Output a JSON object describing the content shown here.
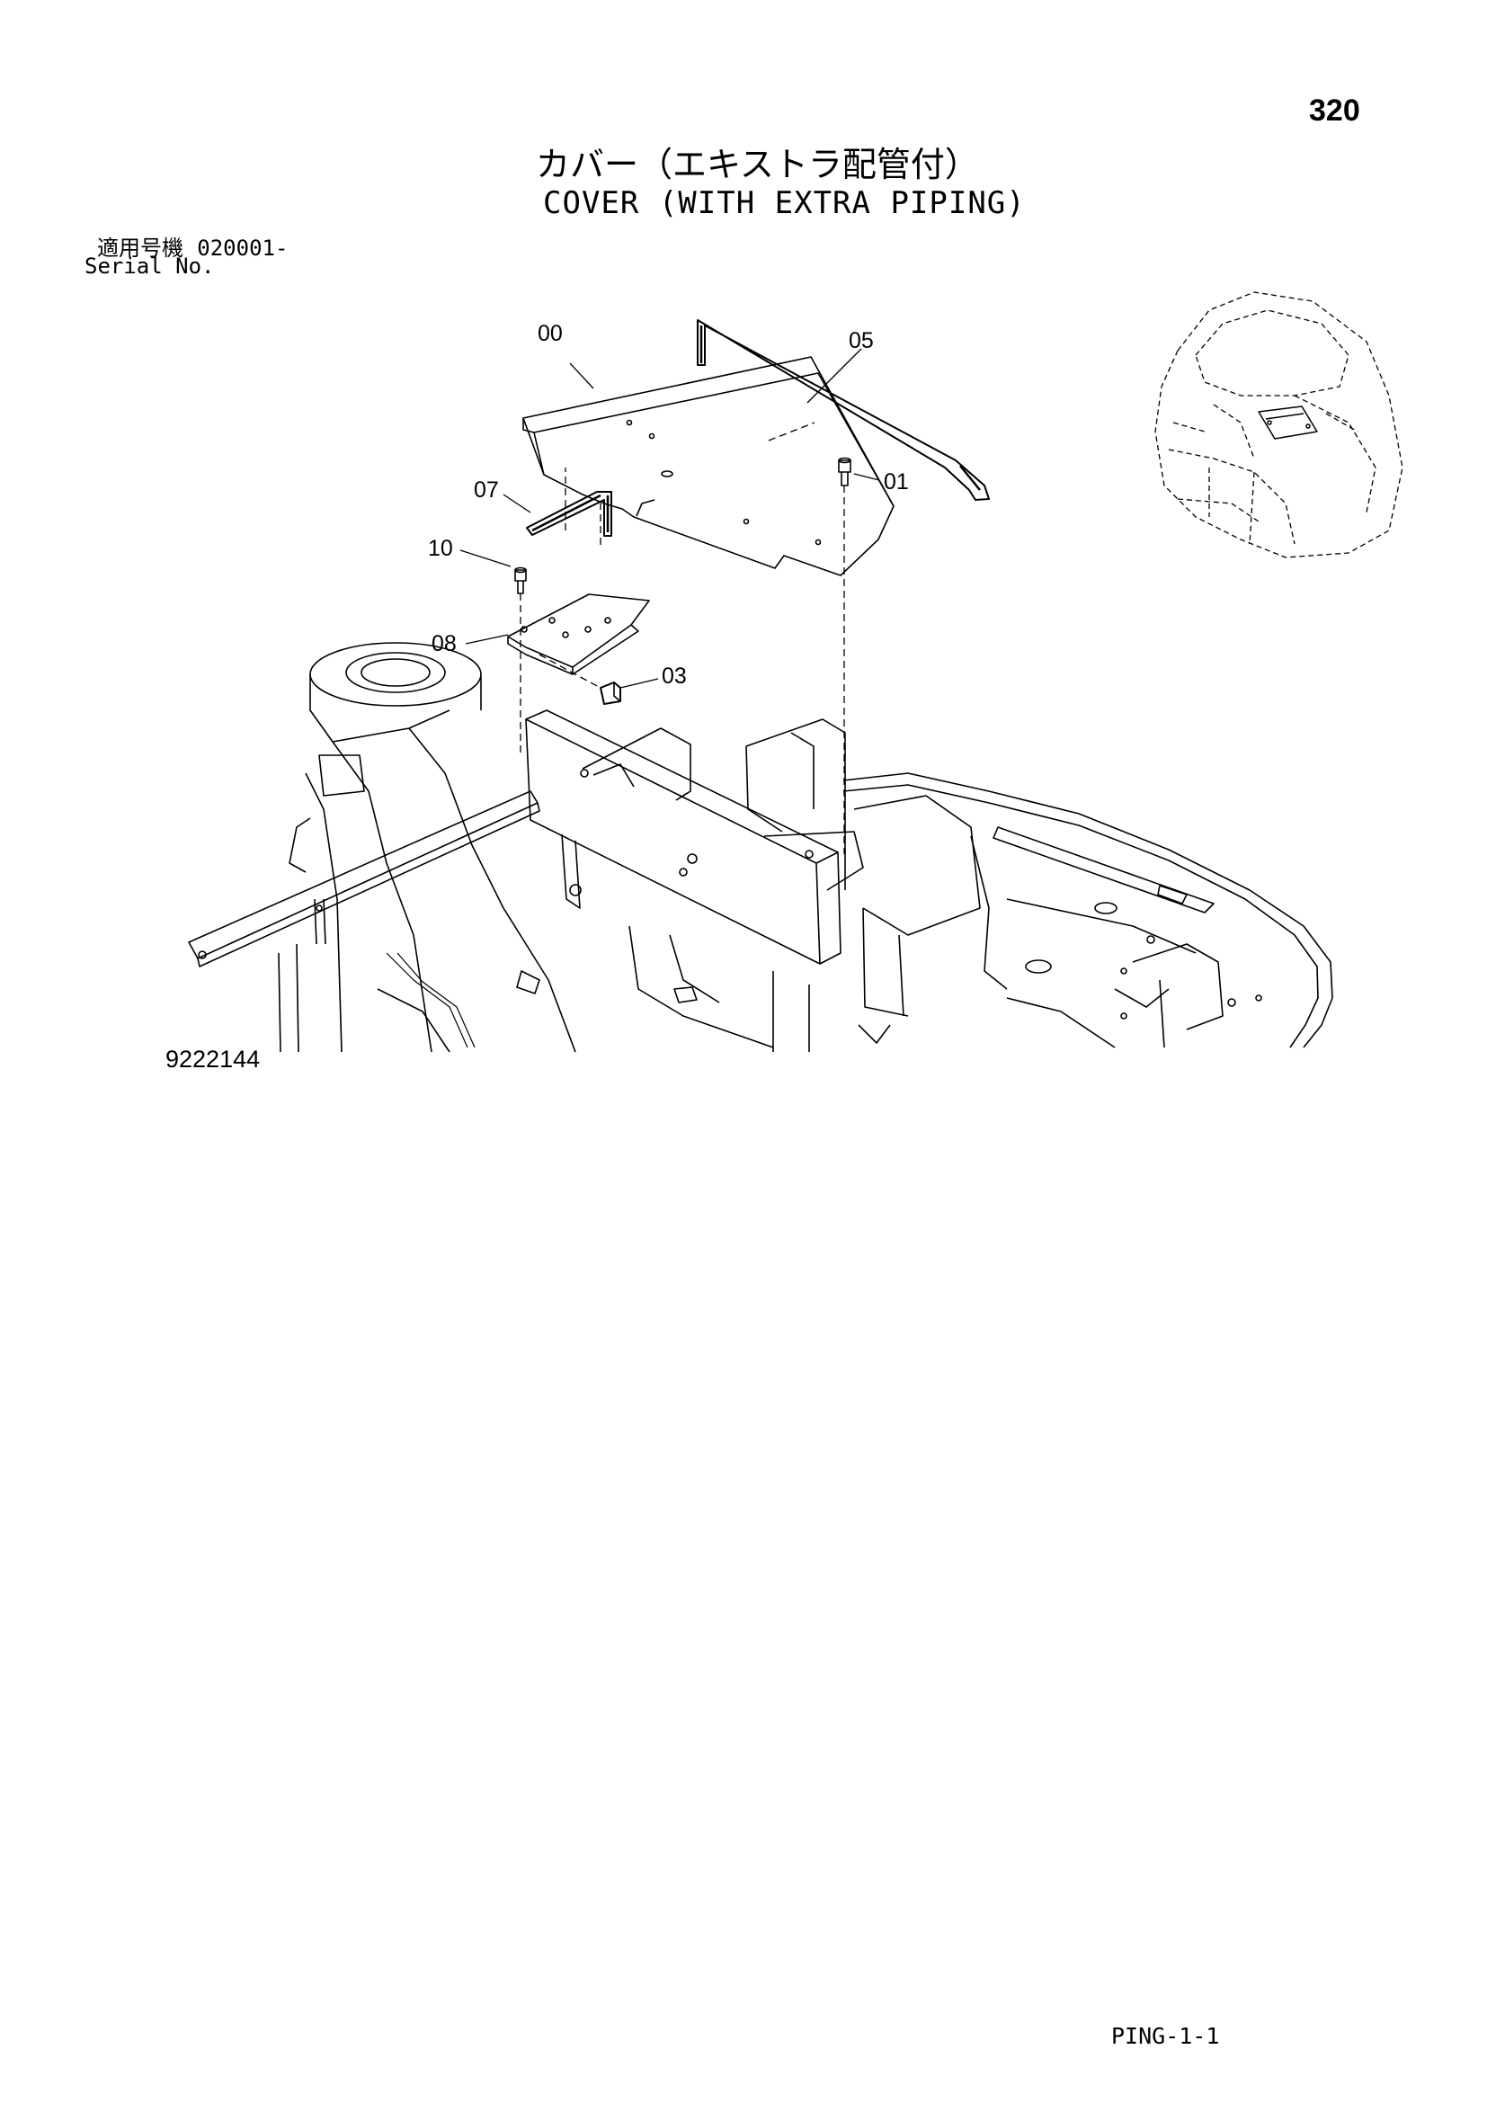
{
  "page": {
    "number": "320",
    "title_jp": "カバー（エキストラ配管付）",
    "title_en": "COVER (WITH EXTRA PIPING)",
    "serial_label_jp": "適用号機",
    "serial_value": "020001-",
    "serial_label_en": "Serial No.",
    "drawing_code": "9222144",
    "footer_code": "PING-1-1"
  },
  "callouts": [
    {
      "label": "00"
    },
    {
      "label": "05"
    },
    {
      "label": "01"
    },
    {
      "label": "07"
    },
    {
      "label": "10"
    },
    {
      "label": "08"
    },
    {
      "label": "03"
    }
  ],
  "colors": {
    "ink": "#000000",
    "paper": "#ffffff"
  }
}
